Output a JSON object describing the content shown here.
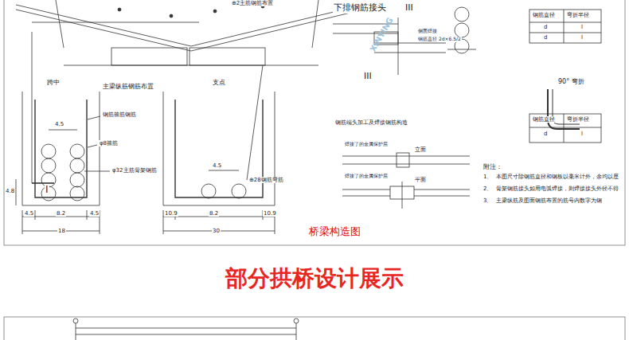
{
  "diagram": {
    "title": "部分拱桥设计展示",
    "caption": "桥梁构造图",
    "labels": [
      "⊕2主筋钢筋布置",
      "I",
      "⊕28钢筋弯筋",
      "跨中",
      "主梁纵筋钢筋布置",
      "支点",
      "4.5",
      "钢筋箍筋钢筋",
      "φ8箍筋",
      "φ32主筋骨架钢筋",
      "4.5",
      "4.8",
      "4.5",
      "8.2",
      "4.5",
      "18",
      "10.9",
      "8.2",
      "10.9",
      "30",
      "下排钢筋接头",
      "III",
      "III",
      "侧面焊接",
      "钢筋直径 2d×6.5/2",
      "钢筋直径",
      "弯折半径",
      "d",
      "l",
      "d",
      "l",
      "90° 弯折",
      "钢筋直径",
      "弯折半径",
      "d",
      "l",
      "钢筋端头加工及焊接钢筋构造",
      "焊接了的金属保护层",
      "立面",
      "焊接了的金属保护层",
      "平面",
      "附注：",
      "1、",
      "本图尺寸除钢筋直径和钢板以毫米计外，余均以厘",
      "2、",
      "骨架钢筋接头如用电弧焊接，则焊接接头外径不得",
      "3、",
      "主梁纵筋及图面钢筋布置的筋号内数字为钢",
      "XINYING"
    ]
  }
}
